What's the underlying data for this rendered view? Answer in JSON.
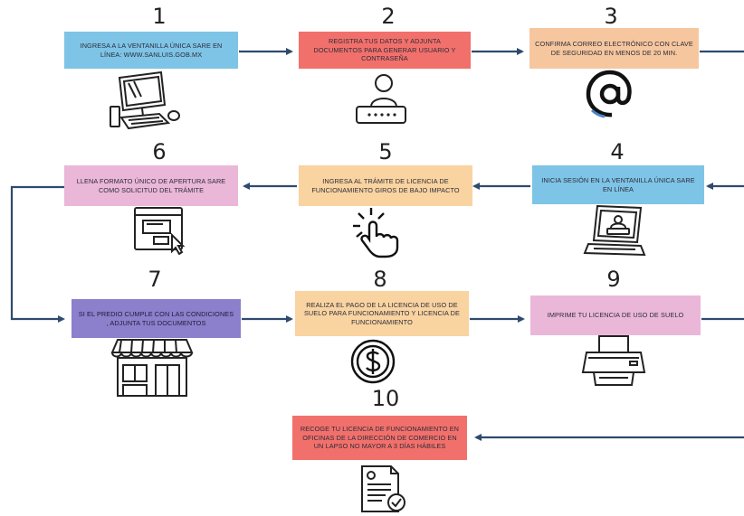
{
  "colors": {
    "blue": "#7ec4e6",
    "red": "#f2706b",
    "peach": "#f6c79e",
    "pink": "#eab7d8",
    "orange_light": "#f9d3a0",
    "purple": "#8c7fcb",
    "navy_arrow": "#2f4a6e"
  },
  "steps": [
    {
      "number": "1",
      "text": "INGRESA A LA VENTANILLA ÚNICA SARE EN LÍNEA: WWW.SANLUIS.GOB.MX",
      "icon": "computer-icon"
    },
    {
      "number": "2",
      "text": "REGISTRA TUS DATOS Y ADJUNTA DOCUMENTOS PARA GENERAR USUARIO Y CONTRASEÑA",
      "icon": "user-password-icon"
    },
    {
      "number": "3",
      "text": "CONFIRMA CORREO ELECTRÓNICO CON CLAVE DE SEGURIDAD EN MENOS DE 20 MIN.",
      "icon": "at-sign-icon"
    },
    {
      "number": "4",
      "text": "INICIA SESIÓN EN LA VENTANILLA ÚNICA SARE EN LÍNEA",
      "icon": "laptop-login-icon"
    },
    {
      "number": "5",
      "text": "INGRESA AL TRÁMITE DE LICENCIA DE FUNCIONAMIENTO GIROS DE BAJO IMPACTO",
      "icon": "click-hand-icon"
    },
    {
      "number": "6",
      "text": "LLENA FORMATO ÚNICO DE APERTURA SARE COMO SOLICITUD DEL TRÁMITE",
      "icon": "browser-form-icon"
    },
    {
      "number": "7",
      "text": "SI EL PREDIO CUMPLE CON LAS CONDICIONES , ADJUNTA TUS DOCUMENTOS",
      "icon": "storefront-icon"
    },
    {
      "number": "8",
      "text": "REALIZA EL PAGO DE LA LICENCIA DE USO DE SUELO PARA FUNCIONAMIENTO Y LICENCIA DE FUNCIONAMIENTO",
      "icon": "dollar-coin-icon"
    },
    {
      "number": "9",
      "text": "IMPRIME TU LICENCIA DE USO DE SUELO",
      "icon": "printer-icon"
    },
    {
      "number": "10",
      "text": "RECOGE TU LICENCIA DE FUNCIONAMIENTO EN OFICINAS DE LA DIRECCIÓN DE COMERCIO EN UN LAPSO NO MAYOR A 3 DÍAS HÁBILES",
      "icon": "certificate-icon"
    }
  ]
}
